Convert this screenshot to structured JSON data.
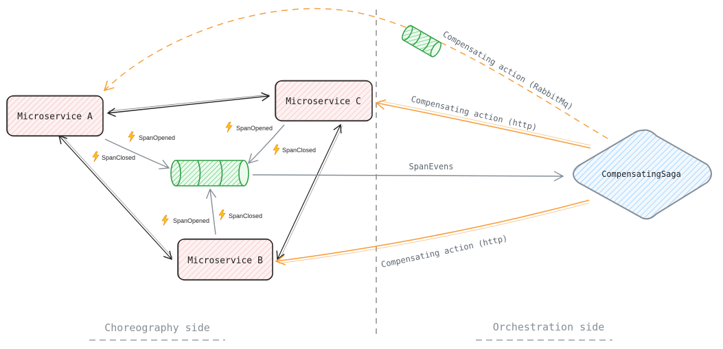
{
  "nodes": {
    "microservice_a": "Microservice A",
    "microservice_b": "Microservice B",
    "microservice_c": "Microservice C",
    "saga": "CompensatingSaga"
  },
  "edges": {
    "span_evens": "SpanEvens",
    "comp_rabbitmq": "Compensating action (RabbitMq)",
    "comp_http_c": "Compensating action (http)",
    "comp_http_b": "Compensating action (http)"
  },
  "events": {
    "a_opened": "SpanOpened",
    "a_closed": "SpanClosed",
    "c_opened": "SpanOpened",
    "c_closed": "SpanClosed",
    "b_opened": "SpanOpened",
    "b_closed": "SpanClosed"
  },
  "sides": {
    "choreography": "Choreography side",
    "orchestration": "Orchestration side"
  },
  "colors": {
    "node_stroke": "#3c2f2f",
    "node_fill": "#f8dada",
    "queue_stroke": "#2f9e44",
    "queue_fill": "#b2f2bb",
    "saga_stroke": "#868e96",
    "saga_fill": "#a5d8ff",
    "orange": "#f59f3c",
    "gray": "#868e96",
    "dark": "#1e1e1e"
  },
  "icons": {
    "event": "lightning-bolt-icon",
    "queue": "message-queue-icon"
  }
}
